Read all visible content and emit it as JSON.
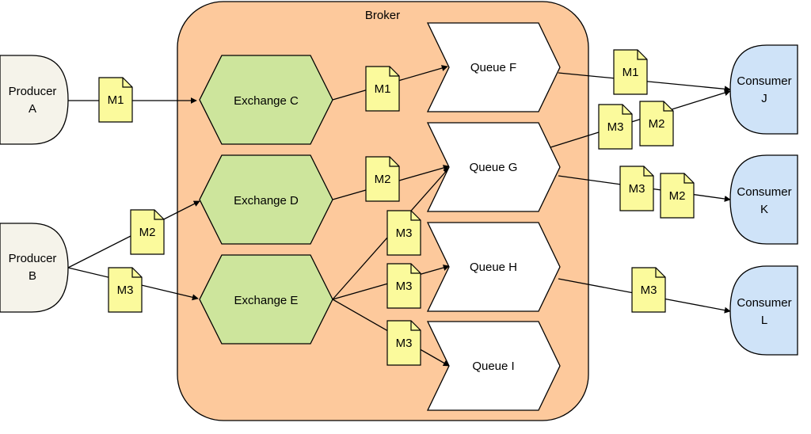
{
  "broker": {
    "label": "Broker",
    "fill": "#fdc99c"
  },
  "colors": {
    "producer": "#f5f3ea",
    "exchange": "#cde59c",
    "queue": "#ffffff",
    "consumer": "#cfe3f8",
    "note": "#fbfa9c"
  },
  "producers": [
    {
      "id": "A",
      "line1": "Producer",
      "line2": "A"
    },
    {
      "id": "B",
      "line1": "Producer",
      "line2": "B"
    }
  ],
  "exchanges": [
    {
      "id": "C",
      "label": "Exchange C"
    },
    {
      "id": "D",
      "label": "Exchange D"
    },
    {
      "id": "E",
      "label": "Exchange E"
    }
  ],
  "queues": [
    {
      "id": "F",
      "label": "Queue F"
    },
    {
      "id": "G",
      "label": "Queue G"
    },
    {
      "id": "H",
      "label": "Queue H"
    },
    {
      "id": "I",
      "label": "Queue I"
    }
  ],
  "consumers": [
    {
      "id": "J",
      "line1": "Consumer",
      "line2": "J"
    },
    {
      "id": "K",
      "line1": "Consumer",
      "line2": "K"
    },
    {
      "id": "L",
      "line1": "Consumer",
      "line2": "L"
    }
  ],
  "messages": [
    {
      "label": "M1"
    },
    {
      "label": "M1"
    },
    {
      "label": "M1"
    },
    {
      "label": "M2"
    },
    {
      "label": "M2"
    },
    {
      "label": "M2"
    },
    {
      "label": "M2"
    },
    {
      "label": "M3"
    },
    {
      "label": "M3"
    },
    {
      "label": "M3"
    },
    {
      "label": "M3"
    },
    {
      "label": "M3"
    },
    {
      "label": "M3"
    },
    {
      "label": "M3"
    }
  ]
}
